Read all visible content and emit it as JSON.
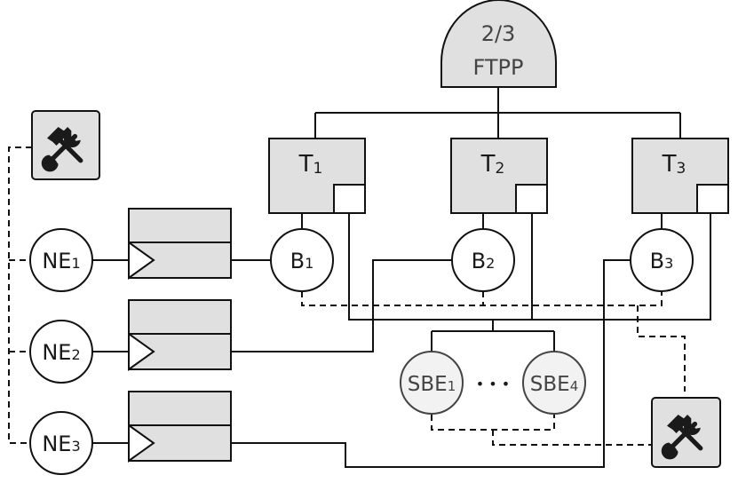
{
  "colors": {
    "line": "#111111",
    "fill_gray": "#e0e0e0",
    "fill_light": "#f2f2f2",
    "fill_white": "#ffffff",
    "voter_text": "#444444"
  },
  "voter": {
    "line1": "2/3",
    "line2": "FTPP"
  },
  "tasks": [
    {
      "base": "T",
      "sub": "1"
    },
    {
      "base": "T",
      "sub": "2"
    },
    {
      "base": "T",
      "sub": "3"
    }
  ],
  "buses": [
    {
      "base": "B",
      "sub": "1"
    },
    {
      "base": "B",
      "sub": "2"
    },
    {
      "base": "B",
      "sub": "3"
    }
  ],
  "nodes": [
    {
      "base": "NE",
      "sub": "1"
    },
    {
      "base": "NE",
      "sub": "2"
    },
    {
      "base": "NE",
      "sub": "3"
    }
  ],
  "sbes": [
    {
      "base": "SBE",
      "sub": "1"
    },
    {
      "base": "SBE",
      "sub": "4"
    }
  ],
  "ellipsis": "• • •",
  "icons": {
    "maintenance_left": "tools-icon",
    "maintenance_right": "tools-icon"
  }
}
